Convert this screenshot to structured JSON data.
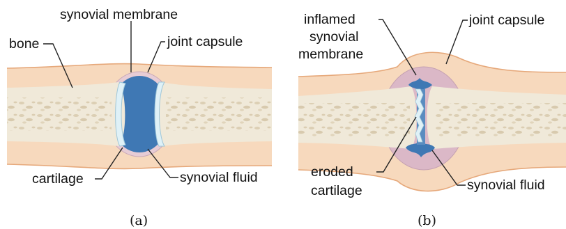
{
  "panel_a": {
    "caption": "(a)",
    "labels": {
      "synovial_membrane": "synovial membrane",
      "bone": "bone",
      "joint_capsule": "joint capsule",
      "cartilage": "cartilage",
      "synovial_fluid": "synovial fluid"
    }
  },
  "panel_b": {
    "caption": "(b)",
    "labels": {
      "inflamed_line1": "inflamed",
      "inflamed_line2": "synovial",
      "inflamed_line3": "membrane",
      "joint_capsule": "joint capsule",
      "eroded_line1": "eroded",
      "eroded_line2": "cartilage",
      "synovial_fluid": "synovial fluid"
    }
  },
  "colors": {
    "skin": "#f7d9bd",
    "bone": "#f0e9d9",
    "marrow": "#e4d8c0",
    "cartilage": "#dff1f7",
    "synovial_fluid": "#3f78b4",
    "capsule": "#e7ccd5",
    "inflamed_capsule": "#dbb8c7"
  }
}
